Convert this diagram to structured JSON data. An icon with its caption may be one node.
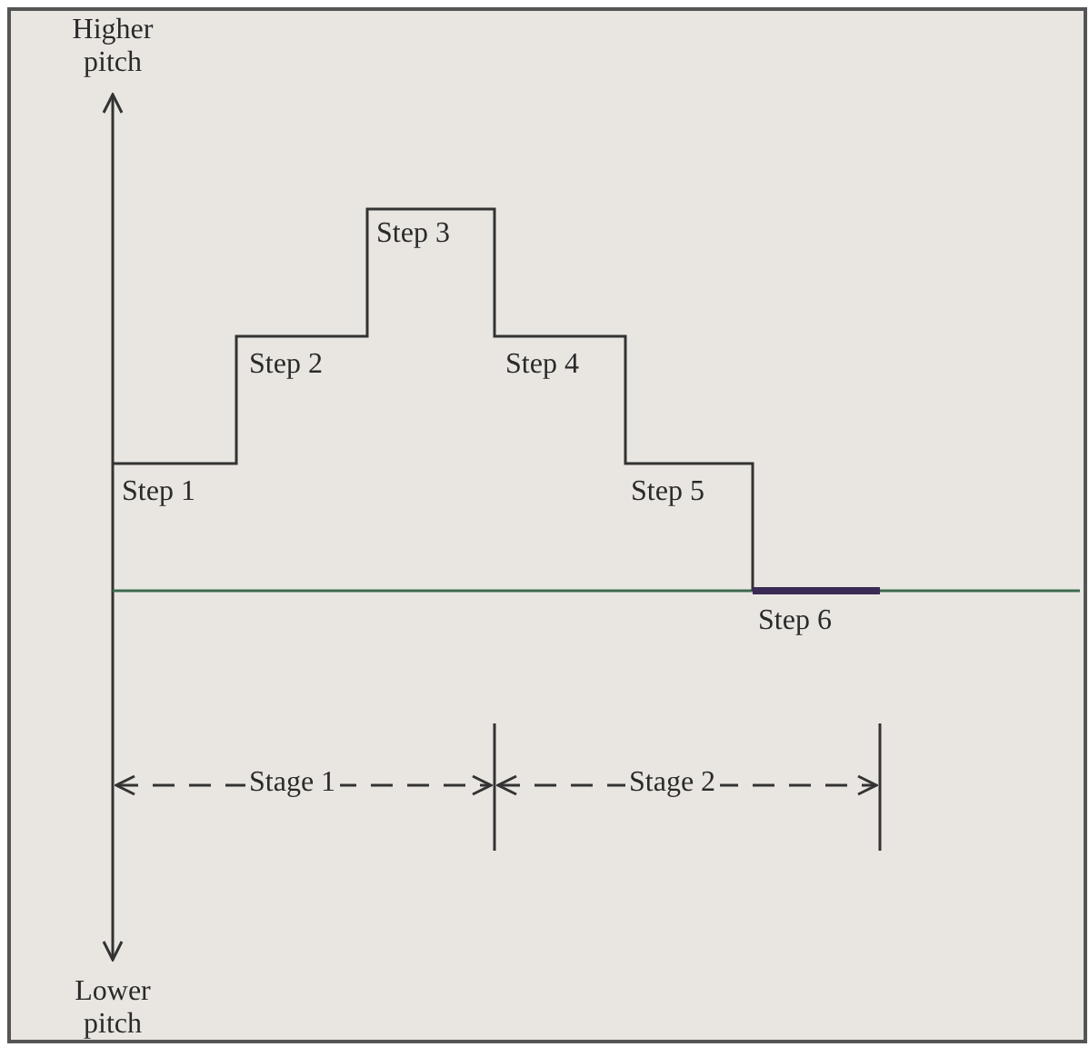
{
  "diagram": {
    "labels": [
      "Higher pitch",
      "Step 1",
      "Step 2",
      "Step 3",
      "Step 4",
      "Step 5",
      "Step 6",
      "Stage 1",
      "Stage 2",
      "Lower pitch"
    ]
  }
}
